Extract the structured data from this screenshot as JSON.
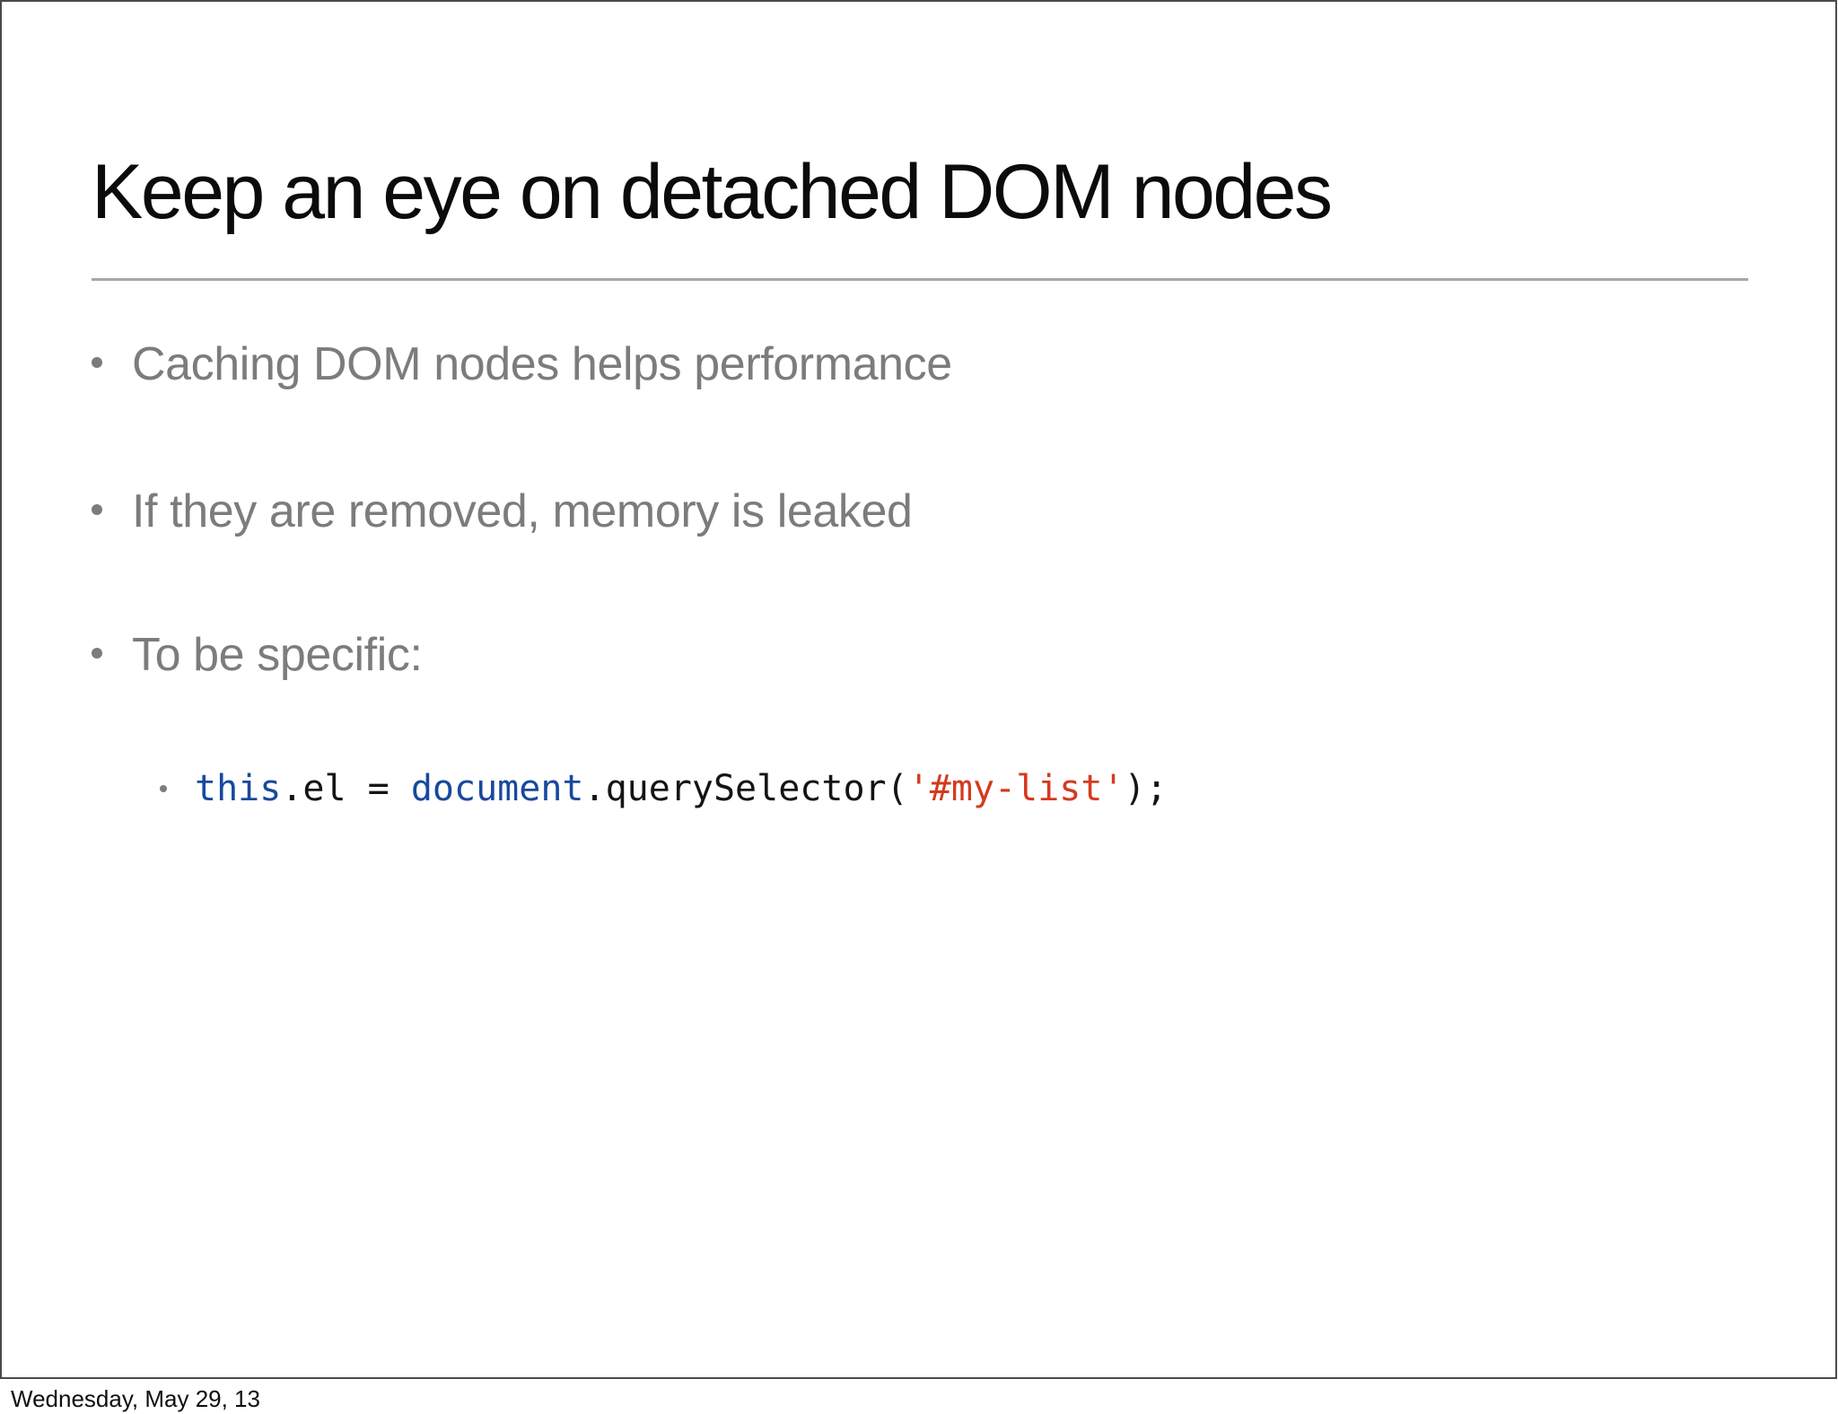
{
  "slide": {
    "title": "Keep an eye on detached DOM nodes",
    "bullets": [
      {
        "label": "Caching DOM nodes helps performance"
      },
      {
        "label": "If they are removed, memory is leaked"
      },
      {
        "label": "To be specific:"
      }
    ],
    "code": {
      "tokens": [
        {
          "text": "this",
          "role": "keyword"
        },
        {
          "text": ".el = ",
          "role": "plain"
        },
        {
          "text": "document",
          "role": "keyword"
        },
        {
          "text": ".querySelector(",
          "role": "plain"
        },
        {
          "text": "'#my-list'",
          "role": "string"
        },
        {
          "text": ");",
          "role": "plain"
        }
      ]
    },
    "colors": {
      "keyword": "#17499e",
      "string": "#d53a1f",
      "plain": "#141414",
      "bullet_text": "#7c7c7c",
      "title_text": "#0b0b0b",
      "divider": "#a8a8a8",
      "slide_border": "#4a4a4a"
    }
  },
  "footer": {
    "date": "Wednesday, May 29, 13"
  }
}
